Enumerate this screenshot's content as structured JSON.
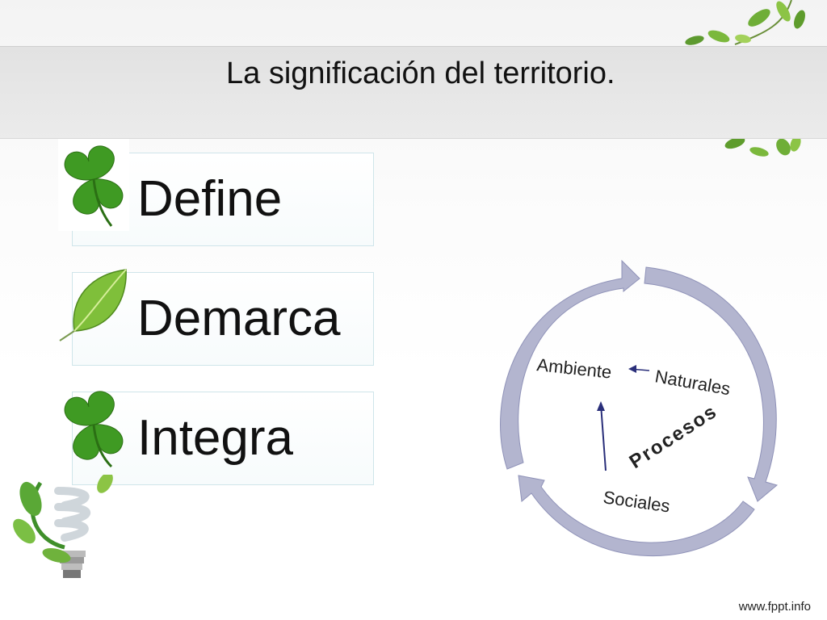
{
  "slide": {
    "title": "La significación del territorio."
  },
  "items": [
    {
      "label": "Define",
      "icon": "clover-icon"
    },
    {
      "label": "Demarca",
      "icon": "leaf-icon"
    },
    {
      "label": "Integra",
      "icon": "clover-icon"
    }
  ],
  "cycle": {
    "center": "Procesos",
    "labels": {
      "ambiente": "Ambiente",
      "naturales": "Naturales",
      "sociales": "Sociales"
    },
    "arrow_color": "#b3b5cf",
    "inner_arrow_color": "#2a2f7a"
  },
  "footer": {
    "site": "www.fppt.info"
  },
  "colors": {
    "clover": "#3f9a23",
    "leaf": "#7fbf3a"
  }
}
